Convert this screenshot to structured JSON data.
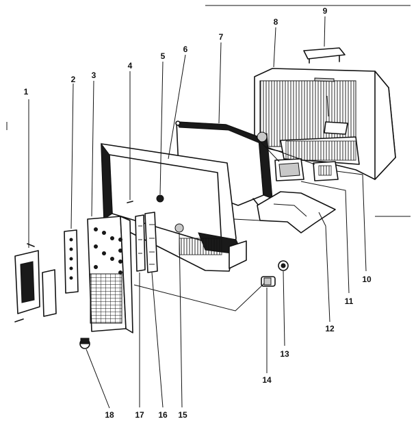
{
  "diagram": {
    "part_labels": {
      "p1": "1",
      "p2": "2",
      "p3": "3",
      "p4": "4",
      "p5": "5",
      "p6": "6",
      "p7": "7",
      "p8": "8",
      "p9": "9",
      "p10": "10",
      "p11": "11",
      "p12": "12",
      "p13": "13",
      "p14": "14",
      "p15": "15",
      "p16": "16",
      "p17": "17",
      "p18": "18"
    }
  }
}
